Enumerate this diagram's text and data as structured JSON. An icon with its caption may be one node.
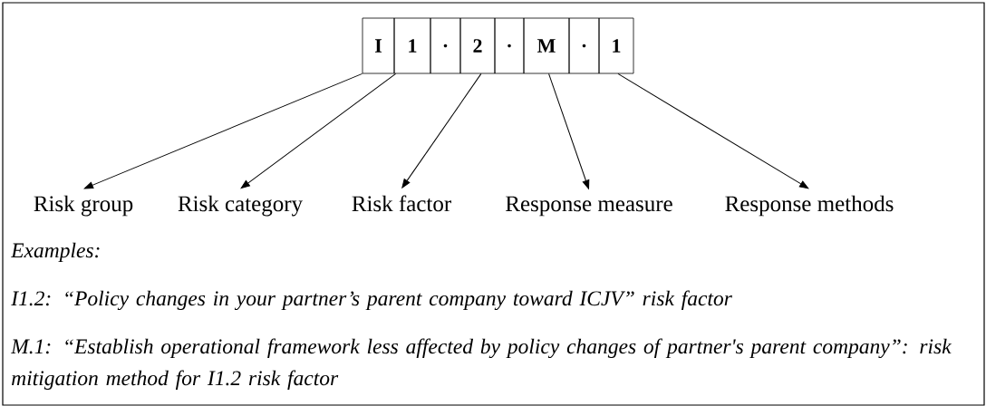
{
  "diagram": {
    "nodes": [
      {
        "text": [
          "I"
        ]
      },
      {
        "text": [
          "1"
        ]
      },
      {
        "text": [
          "."
        ]
      },
      {
        "text": [
          "2"
        ]
      },
      {
        "text": [
          "."
        ]
      },
      {
        "text": [
          "M"
        ]
      },
      {
        "text": [
          "."
        ]
      },
      {
        "text": [
          "1"
        ]
      },
      {
        "text": [
          "Risk group"
        ]
      },
      {
        "text": [
          "Risk category"
        ]
      },
      {
        "text": [
          "Risk factor"
        ]
      },
      {
        "text": [
          "Response measure"
        ]
      },
      {
        "text": [
          "Response methods"
        ]
      }
    ],
    "edges": [
      {
        "from": 0,
        "to": 8,
        "arrow": "to"
      },
      {
        "from": 1,
        "to": 9,
        "arrow": "to"
      },
      {
        "from": 3,
        "to": 10,
        "arrow": "to"
      },
      {
        "from": 5,
        "to": 11,
        "arrow": "to"
      },
      {
        "from": 7,
        "to": 12,
        "arrow": "to"
      }
    ],
    "labels": [
      "Examples:",
      "I1.2: “Policy changes in your partner’s parent company toward ICJV” risk factor",
      "M.1: “Establish operational framework less affected by policy changes of partner's parent company”: risk mitigation method for I1.2 risk factor"
    ]
  }
}
